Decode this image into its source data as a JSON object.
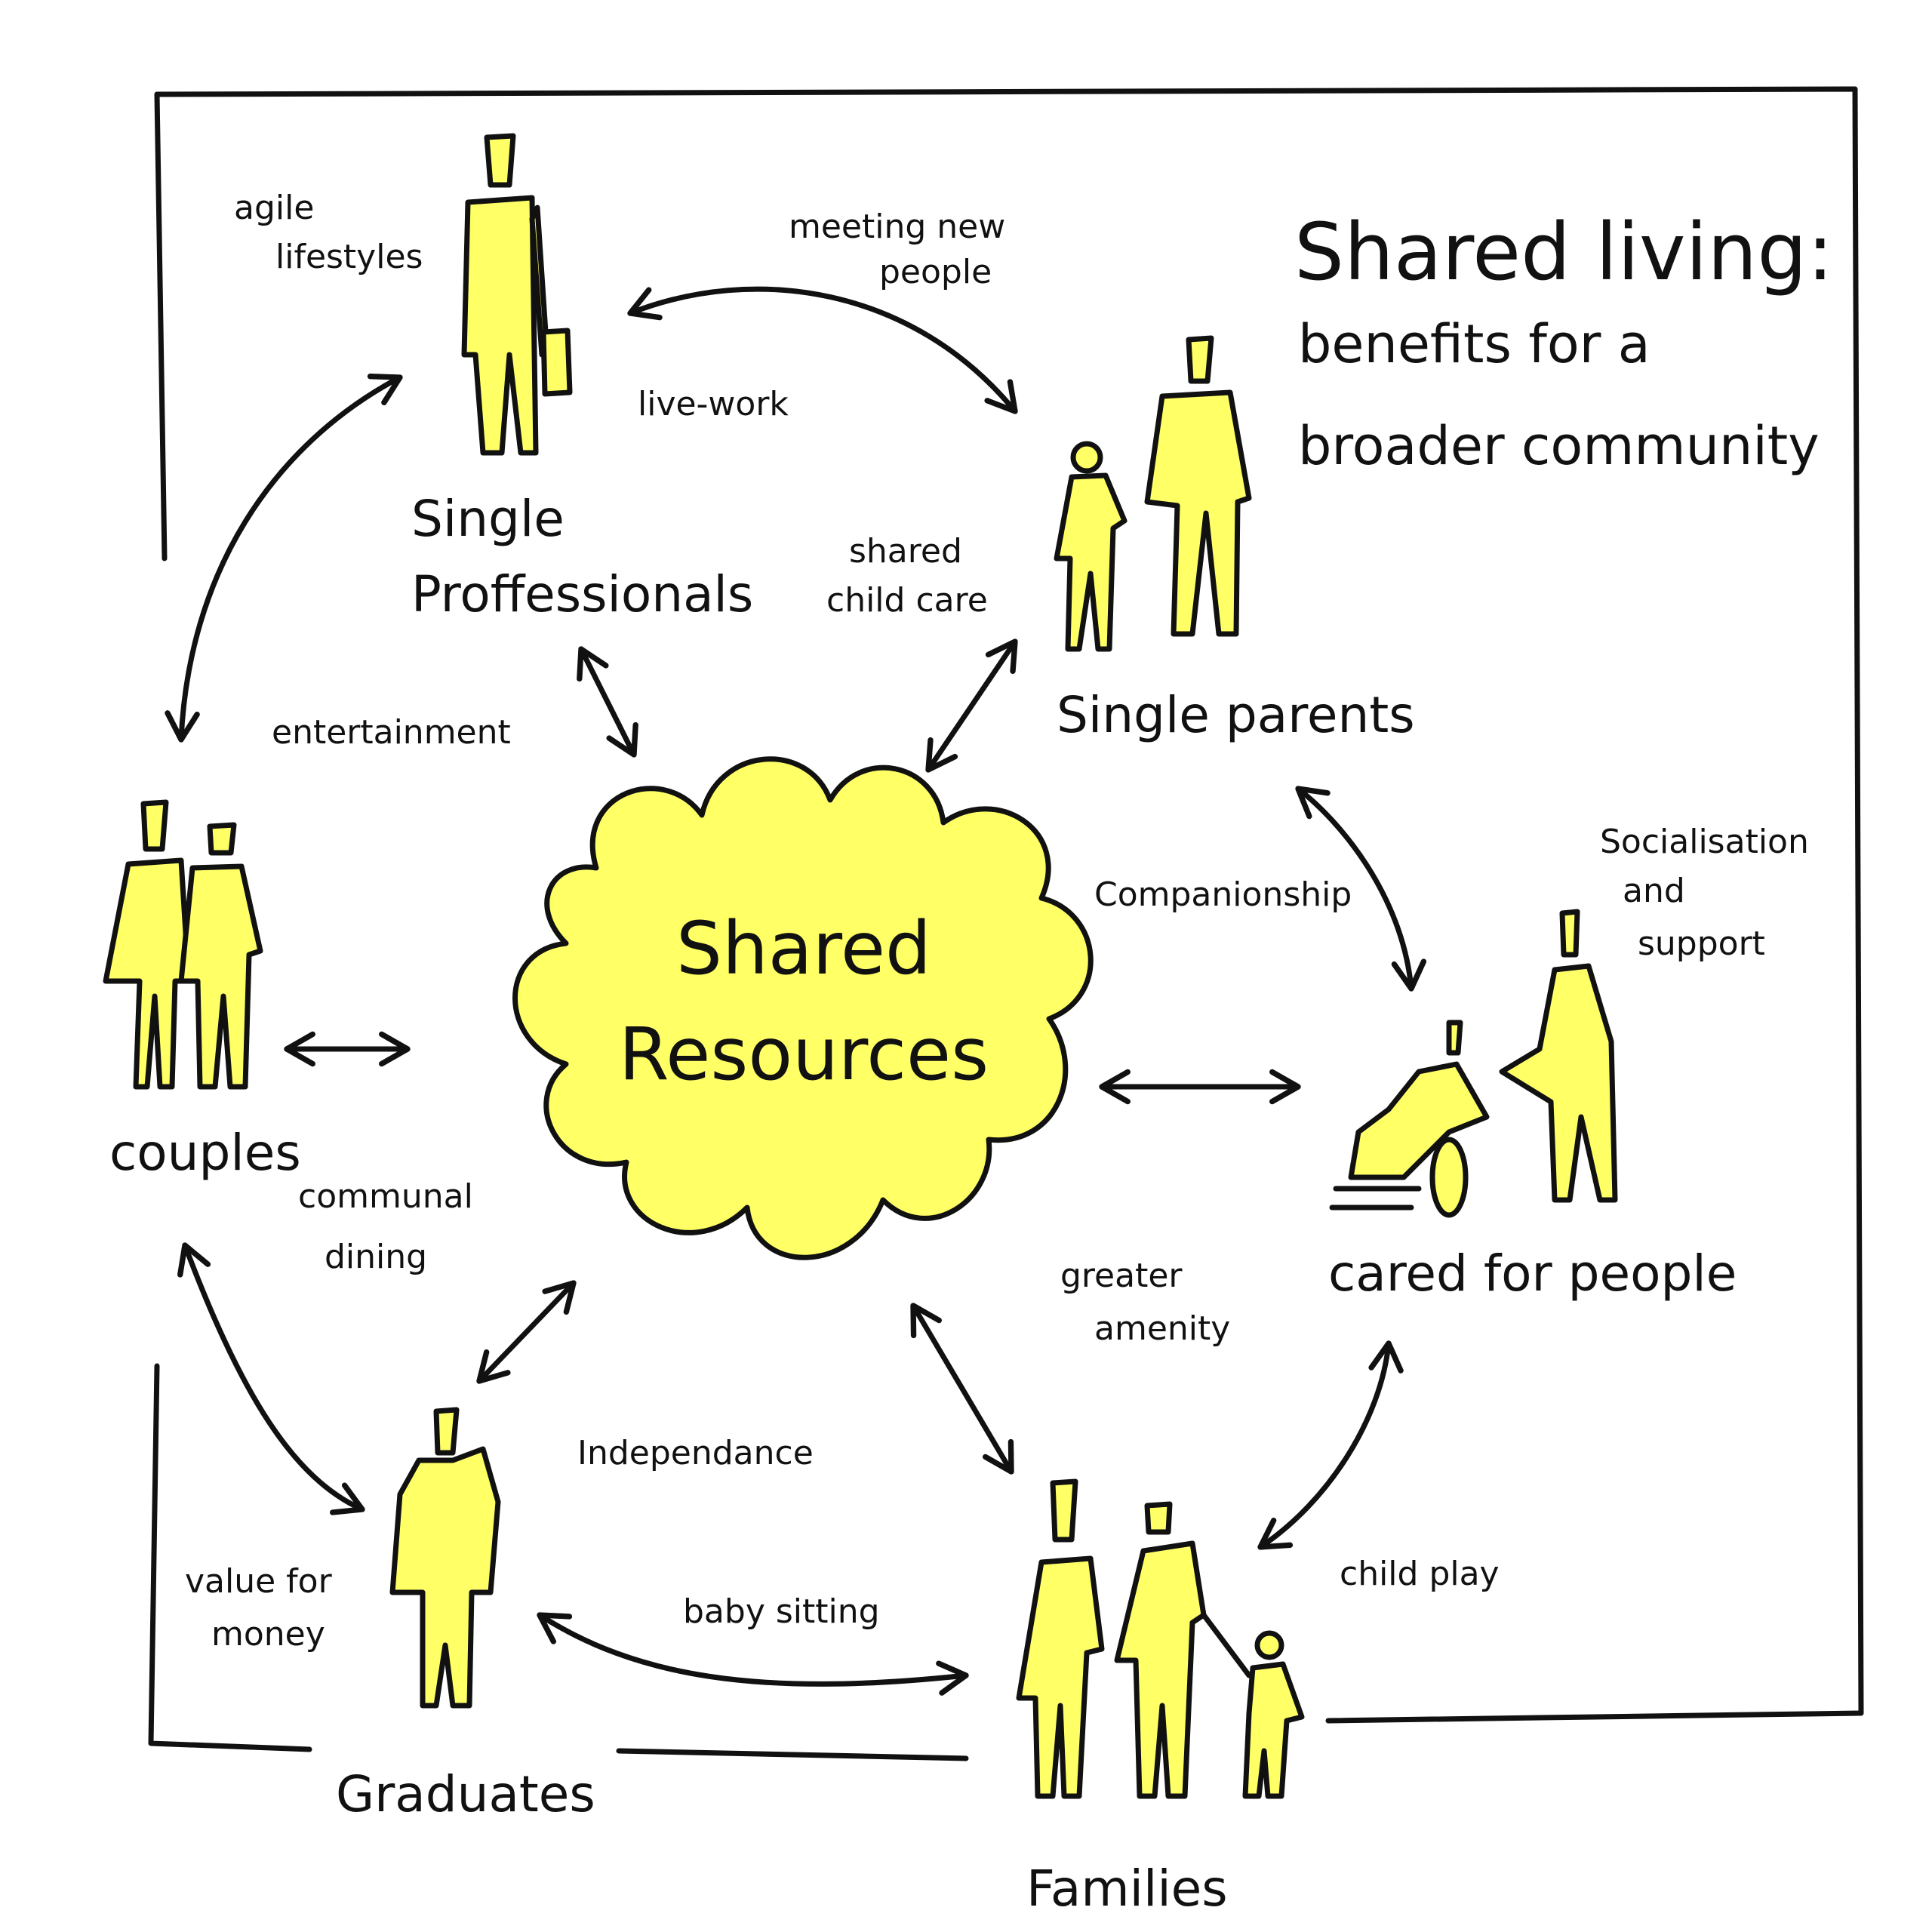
{
  "title": {
    "line1": "Shared living:",
    "line2": "benefits for a",
    "line3": "broader community"
  },
  "center": {
    "line1": "Shared",
    "line2": "Resources"
  },
  "groups": {
    "single_professionals": [
      "Single",
      "Proffessionals"
    ],
    "single_parents": "Single parents",
    "couples": "couples",
    "cared_for_people": "cared for people",
    "graduates": "Graduates",
    "families": "Families"
  },
  "relations": {
    "agile_lifestyles": [
      "agile",
      "lifestyles"
    ],
    "meeting_new_people": [
      "meeting new",
      "people"
    ],
    "live_work": "live-work",
    "shared_child_care": [
      "shared",
      "child care"
    ],
    "entertainment": "entertainment",
    "companionship": "Companionship",
    "socialisation_and_support": [
      "Socialisation",
      "and",
      "support"
    ],
    "communal_dining": [
      "communal",
      "dining"
    ],
    "greater_amenity": [
      "greater",
      "amenity"
    ],
    "independance": "Independance",
    "value_for_money": [
      "value for",
      "money"
    ],
    "baby_sitting": "baby sitting",
    "child_play": "child play"
  },
  "colors": {
    "figure_fill": "#ffff66",
    "ink": "#111111"
  }
}
